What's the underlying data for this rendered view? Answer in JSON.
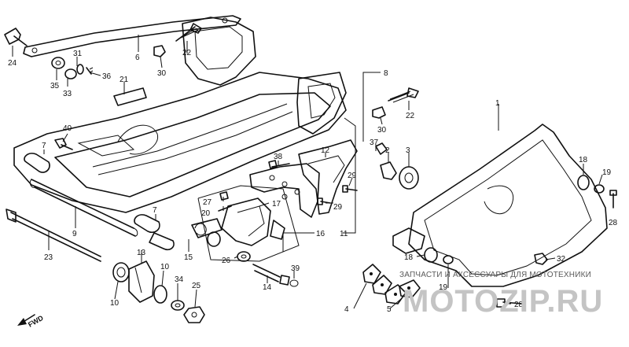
{
  "watermark": {
    "caption": "ЗАПЧАСТИ И АКСЕССУАРЫ ДЛЯ МОТОТЕХНИКИ",
    "logo": "MOTOZIP.RU"
  },
  "direction_label": "FWD",
  "callouts": [
    {
      "id": "c24",
      "label": "24"
    },
    {
      "id": "c6",
      "label": "6"
    },
    {
      "id": "c31",
      "label": "31"
    },
    {
      "id": "c35",
      "label": "35"
    },
    {
      "id": "c36",
      "label": "36"
    },
    {
      "id": "c33",
      "label": "33"
    },
    {
      "id": "c21",
      "label": "21"
    },
    {
      "id": "c22a",
      "label": "22"
    },
    {
      "id": "c30a",
      "label": "30"
    },
    {
      "id": "c8",
      "label": "8"
    },
    {
      "id": "c22b",
      "label": "22"
    },
    {
      "id": "c30b",
      "label": "30"
    },
    {
      "id": "c1",
      "label": "1"
    },
    {
      "id": "c40",
      "label": "40"
    },
    {
      "id": "c7a",
      "label": "7"
    },
    {
      "id": "c7b",
      "label": "7"
    },
    {
      "id": "c37",
      "label": "37"
    },
    {
      "id": "c12",
      "label": "12"
    },
    {
      "id": "c2",
      "label": "2"
    },
    {
      "id": "c3",
      "label": "3"
    },
    {
      "id": "c18a",
      "label": "18"
    },
    {
      "id": "c19a",
      "label": "19"
    },
    {
      "id": "c38",
      "label": "38"
    },
    {
      "id": "c29a",
      "label": "29"
    },
    {
      "id": "c29b",
      "label": "29"
    },
    {
      "id": "c27",
      "label": "27"
    },
    {
      "id": "c20",
      "label": "20"
    },
    {
      "id": "c17",
      "label": "17"
    },
    {
      "id": "c28a",
      "label": "28"
    },
    {
      "id": "c9",
      "label": "9"
    },
    {
      "id": "c16",
      "label": "16"
    },
    {
      "id": "c11",
      "label": "11"
    },
    {
      "id": "c23",
      "label": "23"
    },
    {
      "id": "c13",
      "label": "13"
    },
    {
      "id": "c15",
      "label": "15"
    },
    {
      "id": "c26",
      "label": "26"
    },
    {
      "id": "c18b",
      "label": "18"
    },
    {
      "id": "c32",
      "label": "32"
    },
    {
      "id": "c10a",
      "label": "10"
    },
    {
      "id": "c39",
      "label": "39"
    },
    {
      "id": "c34",
      "label": "34"
    },
    {
      "id": "c14",
      "label": "14"
    },
    {
      "id": "c19b",
      "label": "19"
    },
    {
      "id": "c10b",
      "label": "10"
    },
    {
      "id": "c25",
      "label": "25"
    },
    {
      "id": "c4",
      "label": "4"
    },
    {
      "id": "c5",
      "label": "5"
    },
    {
      "id": "c28b",
      "label": "28"
    }
  ]
}
